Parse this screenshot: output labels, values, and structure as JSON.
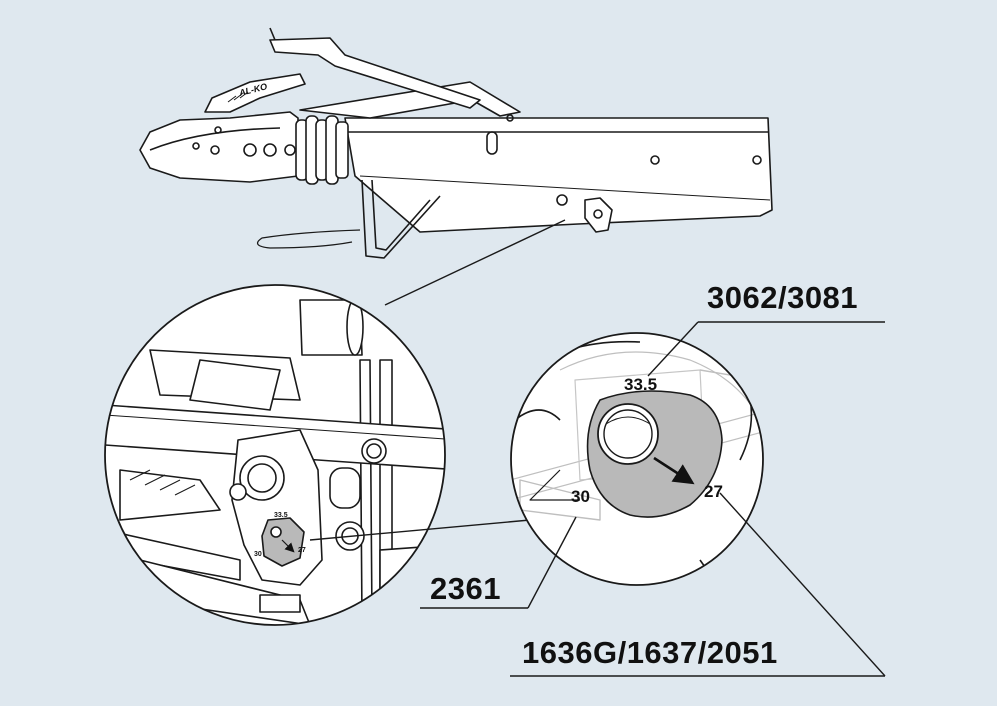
{
  "colors": {
    "background": "#dfe8ef",
    "line": "#1a1a1a",
    "cam_fill": "#b9b9b9",
    "part_fill": "#ffffff"
  },
  "brand": {
    "logo": "AL-KO"
  },
  "part_numbers": {
    "top_right": "3062/3081",
    "bottom_left": "2361",
    "bottom_right": "1636G/1637/2051"
  },
  "detail": {
    "markings": {
      "top": "33.5",
      "left": "30",
      "right": "27"
    },
    "arrow_icon": "arrow-right-down-icon"
  }
}
